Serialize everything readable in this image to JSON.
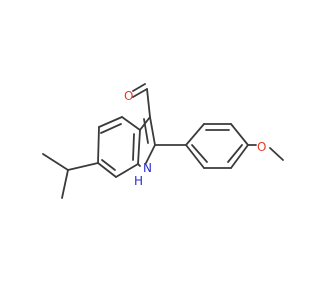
{
  "molecule": {
    "labels": {
      "aldehyde_oxygen": "O",
      "methoxy_oxygen": "O",
      "ring_nitrogen": "N",
      "nh_hydrogen": "H"
    },
    "colors": {
      "bond": "#3a3a3a",
      "oxygen": "#e03c2c",
      "nitrogen": "#2a2ad0",
      "background": "#ffffff"
    }
  }
}
